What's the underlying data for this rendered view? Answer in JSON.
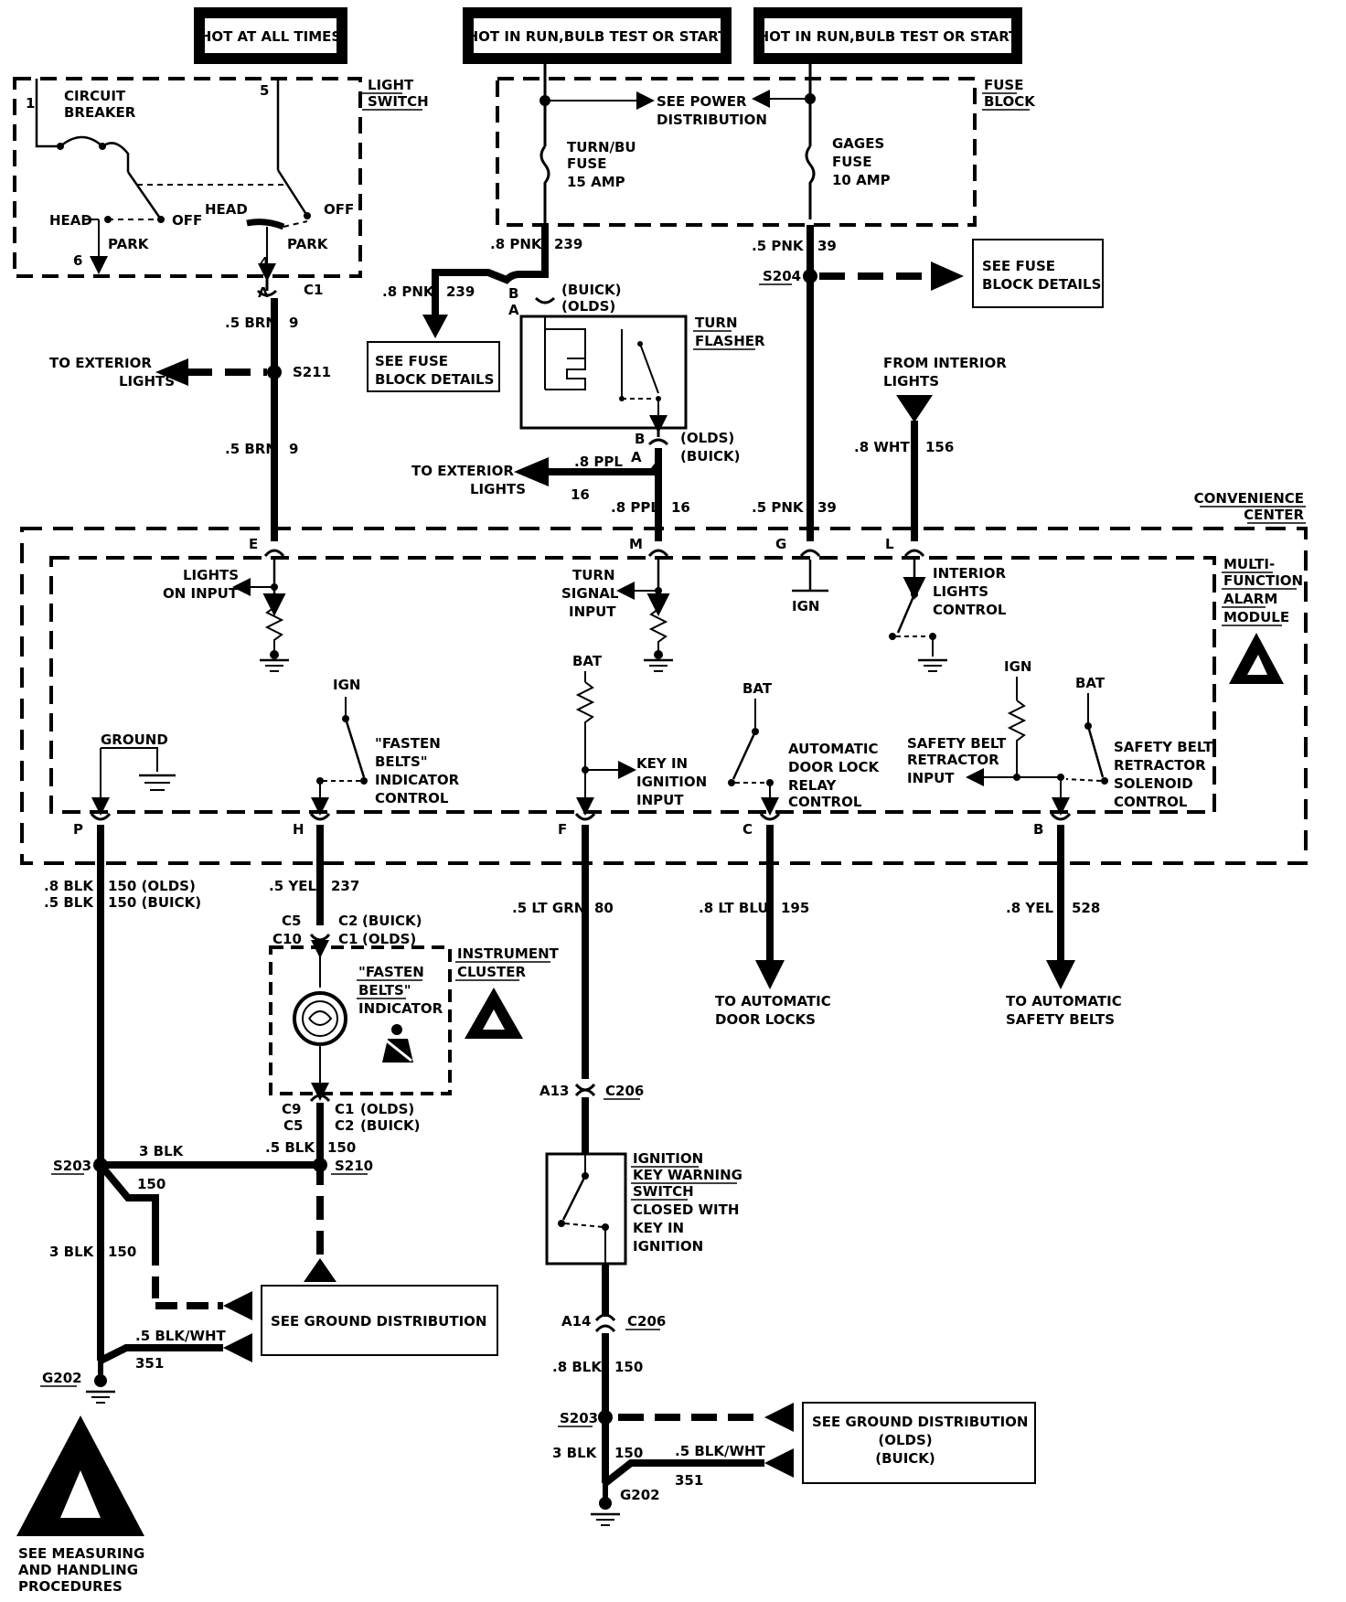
{
  "power": {
    "hot_always": "HOT AT ALL TIMES",
    "hot_run_1": "HOT IN RUN,BULB TEST OR START",
    "hot_run_2": "HOT IN RUN,BULB TEST OR START"
  },
  "light_switch": {
    "title_1": "LIGHT",
    "title_2": "SWITCH",
    "cb_1": "CIRCUIT",
    "cb_2": "BREAKER",
    "pin1": "1",
    "pin5": "5",
    "pin6": "6",
    "pin4": "4",
    "head_l": "HEAD",
    "off_l": "OFF",
    "park_l": "PARK",
    "head_r": "HEAD",
    "off_r": "OFF",
    "park_r": "PARK",
    "conn_a": "A",
    "conn_c1": "C1"
  },
  "fuse_block": {
    "title_1": "FUSE",
    "title_2": "BLOCK",
    "power_dist_1": "SEE POWER",
    "power_dist_2": "DISTRIBUTION",
    "turn_fuse_1": "TURN/BU",
    "turn_fuse_2": "FUSE",
    "turn_fuse_3": "15 AMP",
    "gages_fuse_1": "GAGES",
    "gages_fuse_2": "FUSE",
    "gages_fuse_3": "10 AMP"
  },
  "wires": {
    "brn_1": ".5 BRN",
    "brn_1_n": "9",
    "brn_2": ".5 BRN",
    "brn_2_n": "9",
    "pnk_a": ".8 PNK",
    "pnk_a_n": "239",
    "pnk_b": ".8 PNK",
    "pnk_b_n": "239",
    "pnk_c": ".5 PNK",
    "pnk_c_n": "39",
    "pnk_d": ".5 PNK",
    "pnk_d_n": "39",
    "ppl_a": ".8 PPL",
    "ppl_a_n": "16",
    "ppl_b": ".8 PPL",
    "ppl_b_n": "16",
    "wht": ".8 WHT",
    "wht_n": "156",
    "blk_olds": ".8 BLK",
    "blk_olds_n": "150 (OLDS)",
    "blk_buick": ".5 BLK",
    "blk_buick_n": "150 (BUICK)",
    "yel": ".5 YEL",
    "yel_n": "237",
    "ltgrn": ".5 LT GRN",
    "ltgrn_n": "80",
    "ltblu": ".8 LT BLU",
    "ltblu_n": "195",
    "yel8": ".8 YEL",
    "yel8_n": "528",
    "blk3": "3 BLK",
    "blk5": ".5 BLK",
    "n150a": "150",
    "n150b": "150",
    "blk3v": "3 BLK",
    "n150v": "150",
    "blkwht": ".5 BLK/WHT",
    "n351": "351",
    "blk8b": ".8 BLK",
    "n150c": "150",
    "blk3b": "3 BLK",
    "n150d": "150",
    "blkwht2": ".5 BLK/WHT",
    "n351b": "351"
  },
  "labels": {
    "buick": "(BUICK)",
    "olds": "(OLDS)",
    "conn_b": "B",
    "conn_a": "A",
    "s204": "S204",
    "see_fuse_1": "SEE FUSE",
    "see_fuse_2": "BLOCK DETAILS",
    "see_fuse_l1": "SEE FUSE",
    "see_fuse_l2": "BLOCK DETAILS",
    "turn_flasher_1": "TURN",
    "turn_flasher_2": "FLASHER",
    "to_ext_1": "TO EXTERIOR",
    "to_ext_2": "LIGHTS",
    "s211": "S211",
    "to_ext_b1": "TO EXTERIOR",
    "to_ext_b2": "LIGHTS",
    "olds2": "(OLDS)",
    "buick2": "(BUICK)",
    "conn_b2": "B",
    "conn_a2": "A",
    "from_int_1": "FROM INTERIOR",
    "from_int_2": "LIGHTS",
    "conv_1": "CONVENIENCE",
    "conv_2": "CENTER",
    "mfam_1": "MULTI-",
    "mfam_2": "FUNCTION",
    "mfam_3": "ALARM",
    "mfam_4": "MODULE"
  },
  "module": {
    "pin_e": "E",
    "pin_m": "M",
    "pin_g": "G",
    "pin_l": "L",
    "lights_on_1": "LIGHTS",
    "lights_on_2": "ON INPUT",
    "turn_sig_1": "TURN",
    "turn_sig_2": "SIGNAL",
    "turn_sig_3": "INPUT",
    "ign_g": "IGN",
    "int_1": "INTERIOR",
    "int_2": "LIGHTS",
    "int_3": "CONTROL",
    "ground": "GROUND",
    "ign_h": "IGN",
    "fasten_1": "\"FASTEN",
    "fasten_2": "BELTS\"",
    "fasten_3": "INDICATOR",
    "fasten_4": "CONTROL",
    "bat_f": "BAT",
    "key_1": "KEY IN",
    "key_2": "IGNITION",
    "key_3": "INPUT",
    "bat_c": "BAT",
    "adl_1": "AUTOMATIC",
    "adl_2": "DOOR LOCK",
    "adl_3": "RELAY",
    "adl_4": "CONTROL",
    "ign_sb": "IGN",
    "bat_sb": "BAT",
    "sbr_1": "SAFETY BELT",
    "sbr_2": "RETRACTOR",
    "sbr_3": "INPUT",
    "sbs_1": "SAFETY BELT",
    "sbs_2": "RETRACTOR",
    "sbs_3": "SOLENOID",
    "sbs_4": "CONTROL",
    "pin_p": "P",
    "pin_h": "H",
    "pin_f": "F",
    "pin_c": "C",
    "pin_b": "B"
  },
  "lower": {
    "c5": "C5",
    "c10": "C10",
    "c2_buick": "C2",
    "buick_a": "(BUICK)",
    "c1_olds": "C1",
    "olds_a": "(OLDS)",
    "ic_1": "INSTRUMENT",
    "ic_2": "CLUSTER",
    "fb_1": "\"FASTEN",
    "fb_2": "BELTS\"",
    "fb_3": "INDICATOR",
    "c9": "C9",
    "c5b": "C5",
    "c1b": "C1",
    "olds_b": "(OLDS)",
    "c2b": "C2",
    "buick_b": "(BUICK)",
    "to_adl_1": "TO AUTOMATIC",
    "to_adl_2": "DOOR LOCKS",
    "to_asb_1": "TO AUTOMATIC",
    "to_asb_2": "SAFETY BELTS",
    "a13": "A13",
    "c206a": "C206",
    "iks_1": "IGNITION",
    "iks_2": "KEY WARNING",
    "iks_3": "SWITCH",
    "iks_4": "CLOSED WITH",
    "iks_5": "KEY IN",
    "iks_6": "IGNITION",
    "a14": "A14",
    "c206b": "C206",
    "s203": "S203",
    "s210": "S210",
    "g202": "G202",
    "see_ground": "SEE GROUND DISTRIBUTION",
    "s203b": "S203",
    "g202b": "G202",
    "see_ground2_1": "SEE GROUND DISTRIBUTION",
    "see_ground2_2": "(OLDS)",
    "see_ground2_3": "(BUICK)",
    "esd_1": "SEE MEASURING",
    "esd_2": "AND HANDLING",
    "esd_3": "PROCEDURES"
  }
}
